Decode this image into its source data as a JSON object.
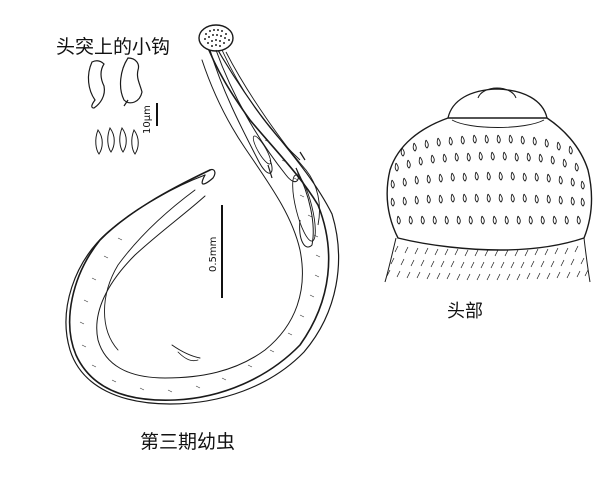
{
  "figure": {
    "labels": {
      "hooks": "头突上的小钩",
      "larva": "第三期幼虫",
      "head": "头部"
    },
    "scale_bars": {
      "hooks": "10μm",
      "larva": "0.5mm"
    },
    "line_color": "#1a1a1a"
  }
}
